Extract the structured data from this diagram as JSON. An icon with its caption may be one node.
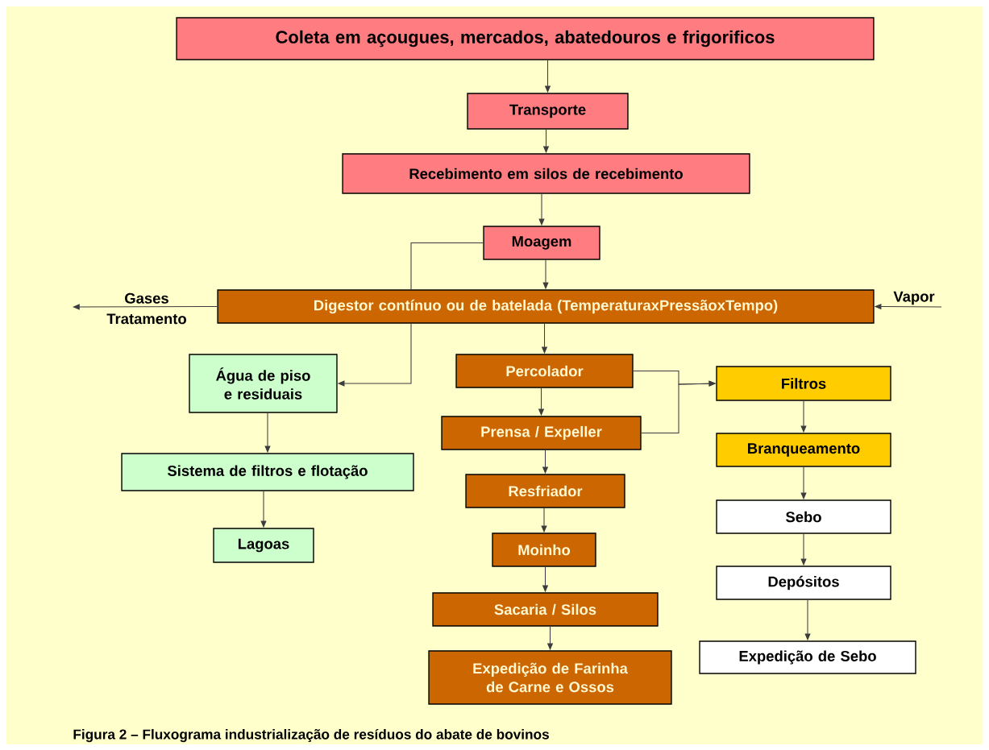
{
  "diagram": {
    "caption": "Figura 2 – Fluxograma industrialização de resíduos do abate de bovinos",
    "nodes": [
      {
        "text": [
          "Coleta em açougues, mercados, abatedouros e frigorificos"
        ]
      },
      {
        "text": [
          "Transporte"
        ]
      },
      {
        "text": [
          "Recebimento em silos de recebimento"
        ]
      },
      {
        "text": [
          "Moagem"
        ]
      },
      {
        "text": [
          "Digestor contínuo ou de batelada (TemperaturaxPressãoxTempo)"
        ]
      },
      {
        "text": [
          "Água de piso e residuais"
        ]
      },
      {
        "text": [
          "Sistema de filtros e flotação"
        ]
      },
      {
        "text": [
          "Lagoas"
        ]
      },
      {
        "text": [
          "Percolador"
        ]
      },
      {
        "text": [
          "Prensa / Expeller"
        ]
      },
      {
        "text": [
          "Resfriador"
        ]
      },
      {
        "text": [
          "Moinho"
        ]
      },
      {
        "text": [
          "Sacaria / Silos"
        ]
      },
      {
        "text": [
          "Expedição de Farinha de Carne e Ossos"
        ]
      },
      {
        "text": [
          "Filtros"
        ]
      },
      {
        "text": [
          "Branqueamento"
        ]
      },
      {
        "text": [
          "Sebo"
        ]
      },
      {
        "text": [
          "Depósitos"
        ]
      },
      {
        "text": [
          "Expedição de Sebo"
        ]
      }
    ],
    "edges": [
      {
        "from": 0,
        "to": 1,
        "arrow": "to"
      },
      {
        "from": 1,
        "to": 2,
        "arrow": "to"
      },
      {
        "from": 2,
        "to": 3,
        "arrow": "to"
      },
      {
        "from": 3,
        "to": 4,
        "arrow": "to"
      },
      {
        "from": 3,
        "to": 4,
        "arrow": "none"
      },
      {
        "from": 4,
        "to": 5,
        "arrow": "to"
      },
      {
        "from": 4,
        "to": null,
        "arrow": "to",
        "label": "Gases Tratamento"
      },
      {
        "from": null,
        "to": 4,
        "arrow": "to",
        "label": "Vapor"
      },
      {
        "from": 5,
        "to": 6,
        "arrow": "to"
      },
      {
        "from": 6,
        "to": 7,
        "arrow": "to"
      },
      {
        "from": 4,
        "to": 8,
        "arrow": "to"
      },
      {
        "from": 8,
        "to": 9,
        "arrow": "to"
      },
      {
        "from": 9,
        "to": 10,
        "arrow": "to"
      },
      {
        "from": 10,
        "to": 11,
        "arrow": "to"
      },
      {
        "from": 11,
        "to": 12,
        "arrow": "to"
      },
      {
        "from": 12,
        "to": 13,
        "arrow": "to"
      },
      {
        "from": 8,
        "to": 14,
        "arrow": "to"
      },
      {
        "from": 9,
        "to": 14,
        "arrow": "to"
      },
      {
        "from": 14,
        "to": 15,
        "arrow": "to"
      },
      {
        "from": 15,
        "to": 16,
        "arrow": "to"
      },
      {
        "from": 16,
        "to": 17,
        "arrow": "to"
      },
      {
        "from": 17,
        "to": 18,
        "arrow": "to"
      }
    ]
  }
}
